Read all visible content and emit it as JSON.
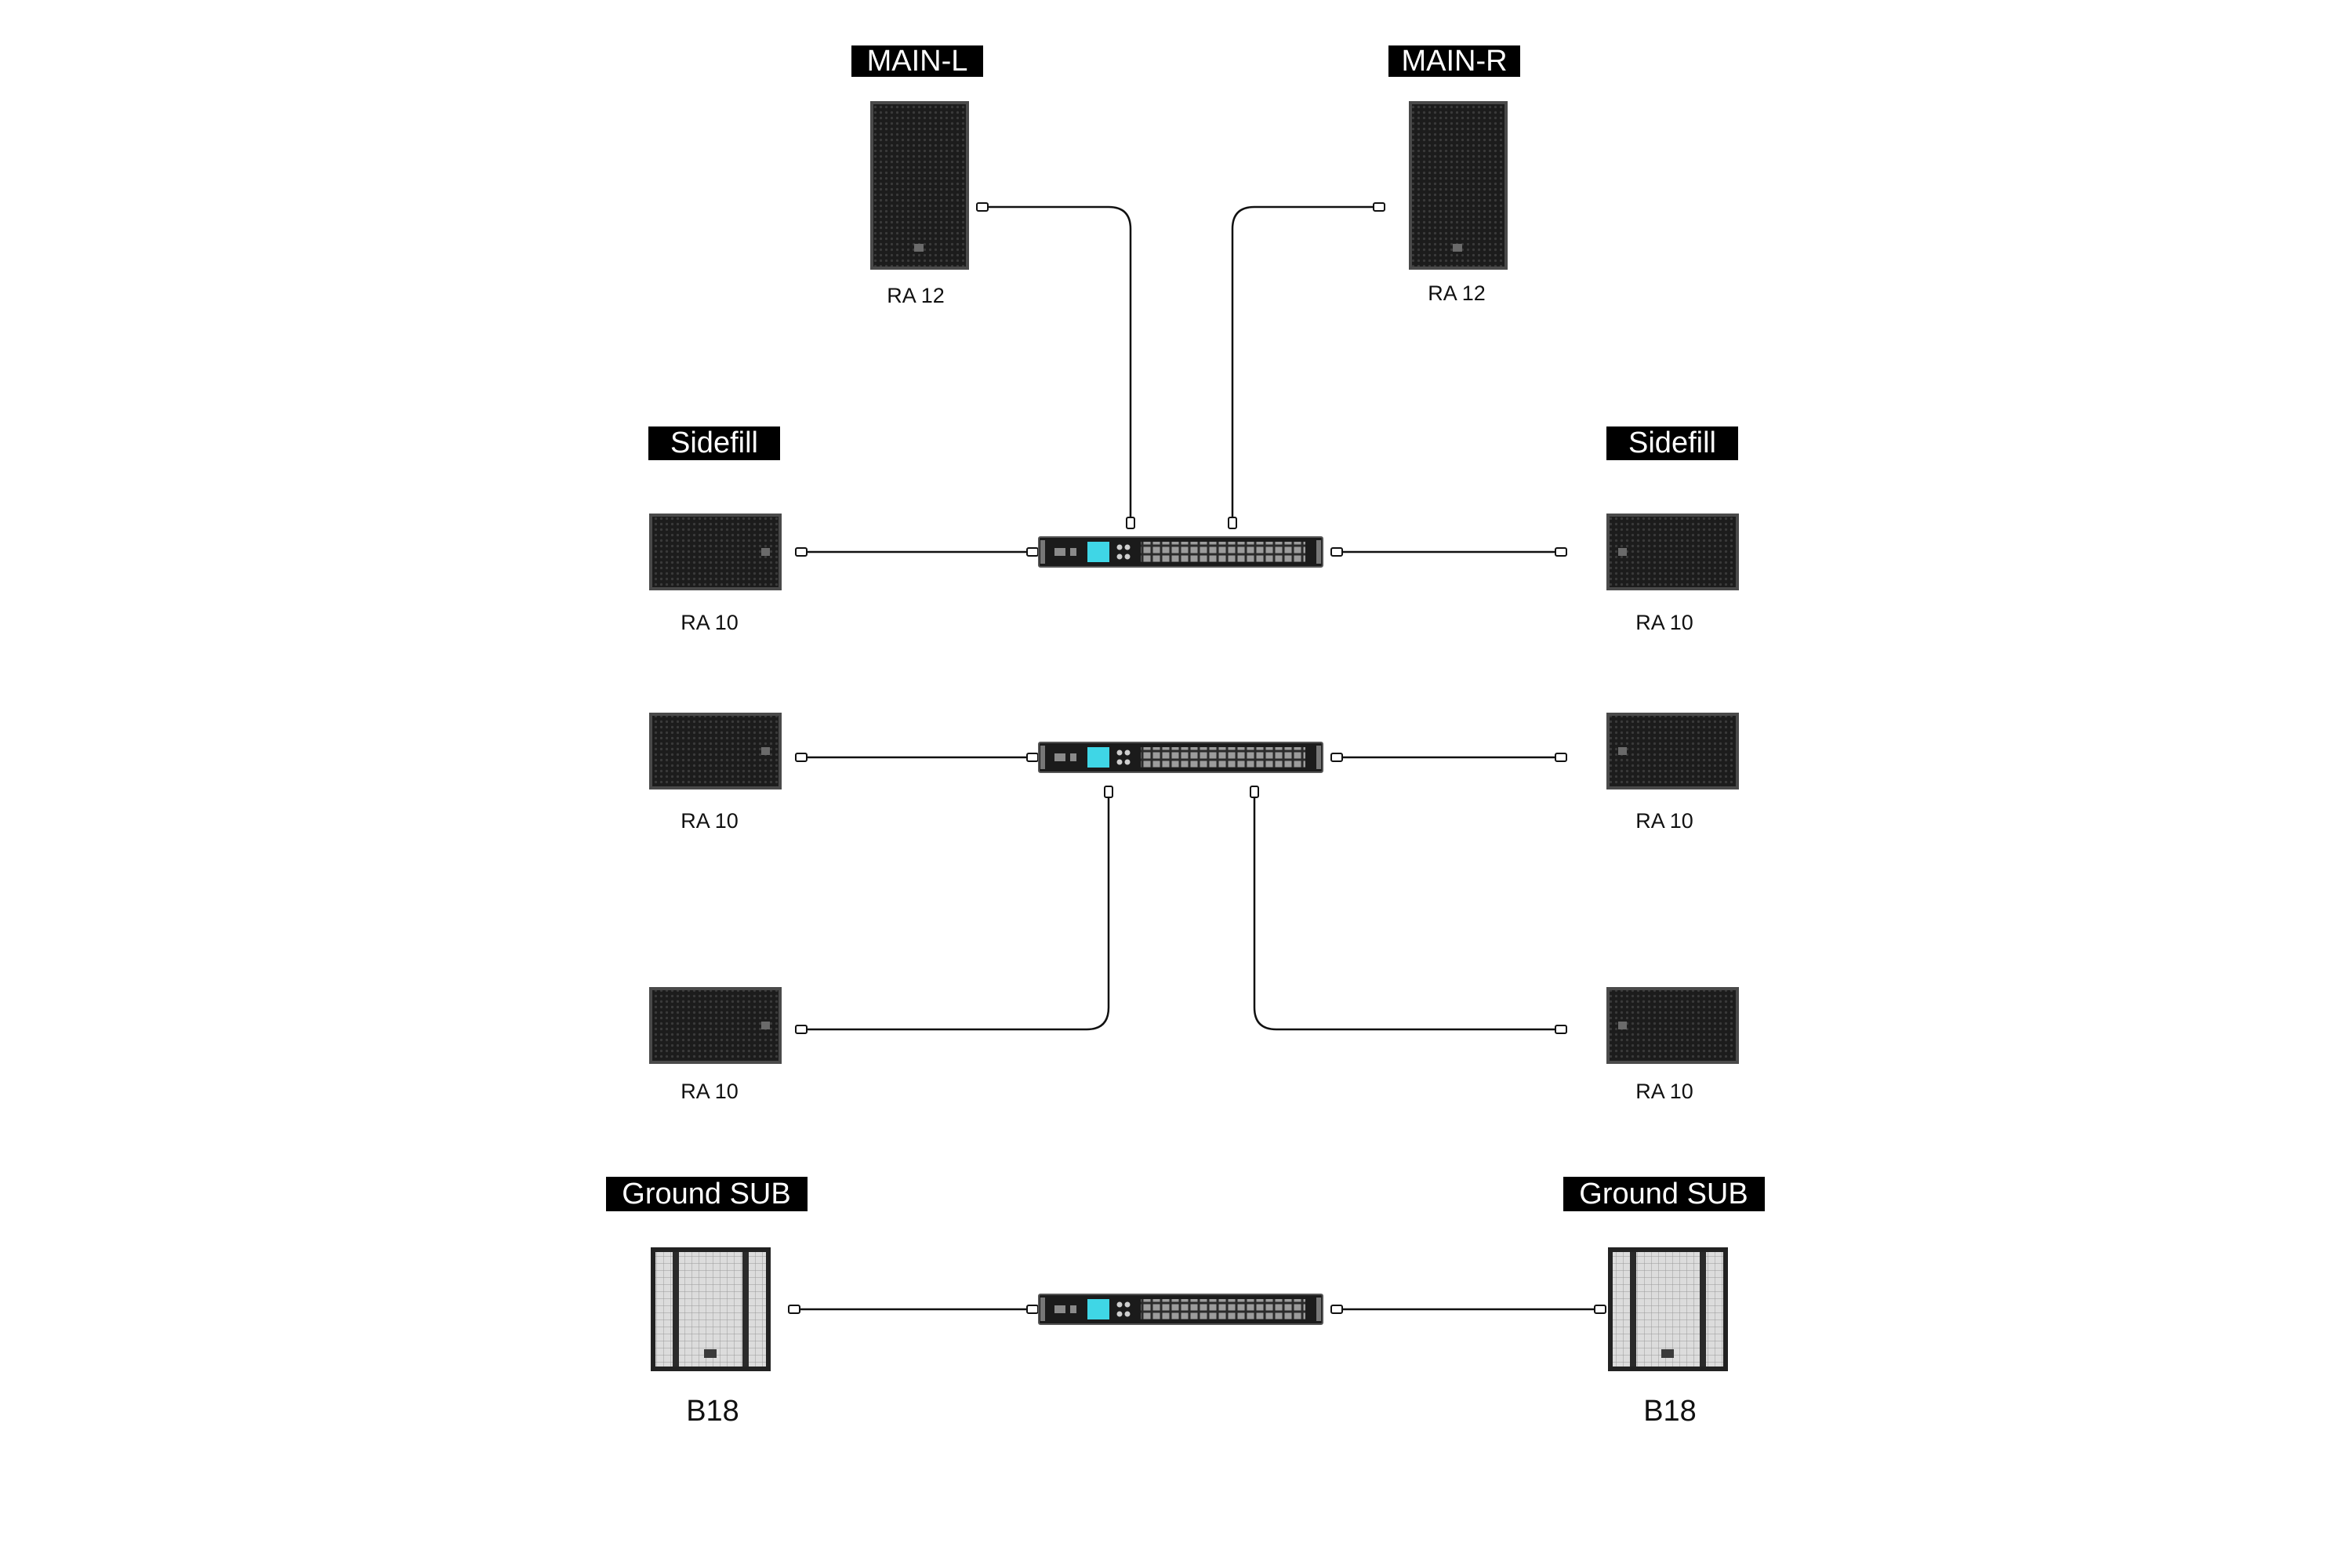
{
  "tags": {
    "main_l": "MAIN-L",
    "main_r": "MAIN-R",
    "sidefill_l": "Sidefill",
    "sidefill_r": "Sidefill",
    "sub_l": "Ground SUB",
    "sub_r": "Ground SUB"
  },
  "models": {
    "main_l": "RA 12",
    "main_r": "RA 12",
    "side_l1": "RA 10",
    "side_r1": "RA 10",
    "side_l2": "RA 10",
    "side_r2": "RA 10",
    "side_l3": "RA 10",
    "side_r3": "RA 10",
    "sub_l": "B18",
    "sub_r": "B18"
  },
  "colors": {
    "tag_bg": "#000000",
    "speaker_body": "#1a1a1a",
    "amp_screen": "#3fd6e6",
    "sub_grille": "#d9d9d9",
    "cable": "#111111"
  }
}
